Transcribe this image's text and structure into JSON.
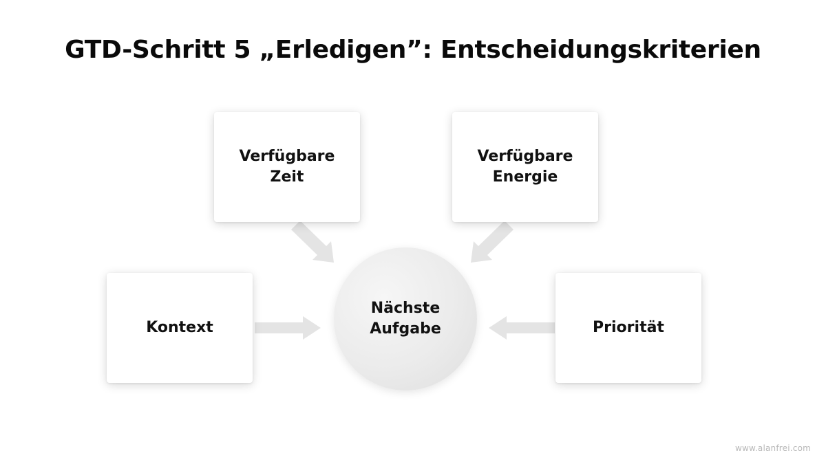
{
  "title": "GTD-Schritt 5 „Erledigen”: Entscheidungskriterien",
  "center": {
    "label": "Nächste\nAufgabe"
  },
  "criteria": {
    "time": "Verfügbare\nZeit",
    "energy": "Verfügbare\nEnergie",
    "context": "Kontext",
    "priority": "Priorität"
  },
  "watermark": "www.alanfrei.com",
  "colors": {
    "arrow": "#e4e4e4",
    "box": "#ffffff",
    "circle": "#ebebeb",
    "text": "#111111"
  }
}
